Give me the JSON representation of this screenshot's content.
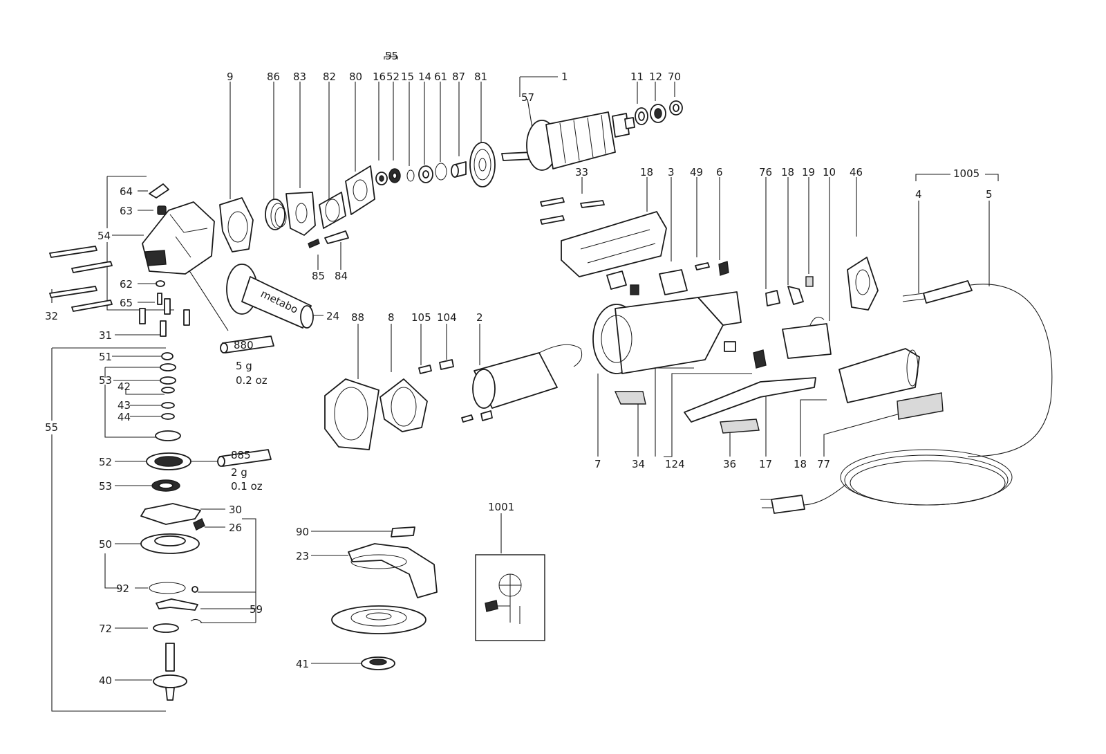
{
  "labels": {
    "l55top": "55",
    "l1": "1",
    "l9": "9",
    "l86": "86",
    "l83": "83",
    "l82": "82",
    "l80": "80",
    "l16": "16",
    "l52a": "52",
    "l15": "15",
    "l14": "14",
    "l61": "61",
    "l87": "87",
    "l81": "81",
    "l11": "11",
    "l12": "12",
    "l70": "70",
    "l57": "57",
    "l33": "33",
    "l18a": "18",
    "l3": "3",
    "l49": "49",
    "l6": "6",
    "l76": "76",
    "l18b": "18",
    "l19": "19",
    "l10": "10",
    "l46": "46",
    "l1005": "1005",
    "l4": "4",
    "l5": "5",
    "l64": "64",
    "l63": "63",
    "l54": "54",
    "l62": "62",
    "l65": "65",
    "l32": "32",
    "l31": "31",
    "l85": "85",
    "l84": "84",
    "l24": "24",
    "l880": "880",
    "l880w": "5 g",
    "l880oz": "0.2 oz",
    "l51": "51",
    "l53a": "53",
    "l42": "42",
    "l43": "43",
    "l44": "44",
    "l55side": "55",
    "l88": "88",
    "l8": "8",
    "l105": "105",
    "l104": "104",
    "l2": "2",
    "l52b": "52",
    "l885": "885",
    "l885w": "2 g",
    "l885oz": "0.1 oz",
    "l53b": "53",
    "l30": "30",
    "l26": "26",
    "l50": "50",
    "l92": "92",
    "l59": "59",
    "l72": "72",
    "l40": "40",
    "l90": "90",
    "l23": "23",
    "l41": "41",
    "l1001": "1001",
    "l7": "7",
    "l34": "34",
    "l124": "124",
    "l36": "36",
    "l17": "17",
    "l18c": "18",
    "l77": "77",
    "brand": "metabo"
  }
}
